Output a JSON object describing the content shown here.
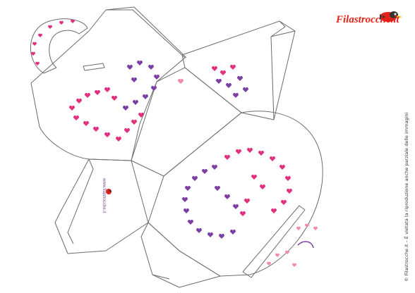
{
  "brand": {
    "logo_text": "Filastrocche.it",
    "logo_mark": "cartoon-bird-icon"
  },
  "caption": {
    "vertical_text": "© Filastrocche.it – È vietata la riproduzione anche parziale delle immagini"
  },
  "flap": {
    "mini_logo_text": "www.filastrocche.it"
  },
  "colors": {
    "outline": "#6b6b6b",
    "pink": "#e0307e",
    "purple": "#7a3fa2",
    "light_pink": "#f08aa8",
    "logo_red": "#e2231a"
  }
}
